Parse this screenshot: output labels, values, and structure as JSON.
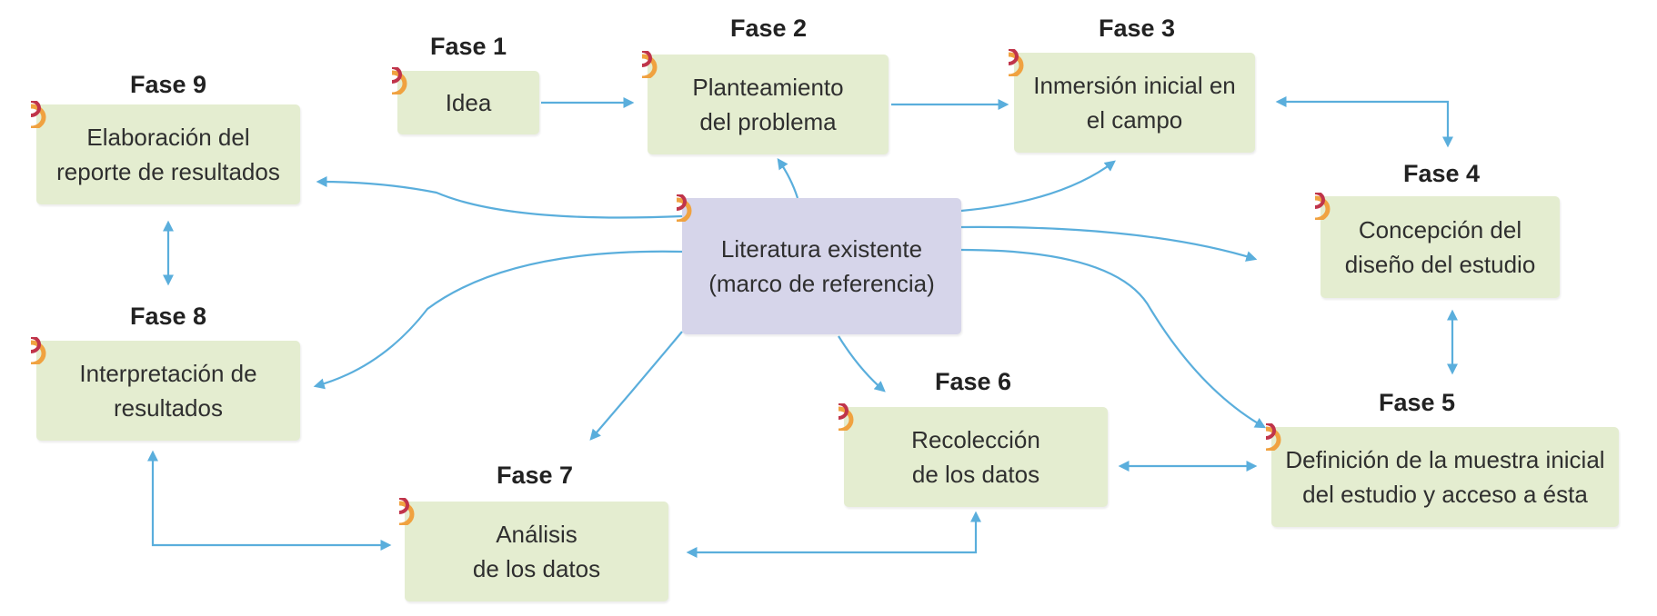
{
  "center": {
    "line1": "Literatura existente",
    "line2": "(marco de referencia)"
  },
  "phases": [
    {
      "title": "Fase 1",
      "line1": "Idea",
      "line2": ""
    },
    {
      "title": "Fase 2",
      "line1": "Planteamiento",
      "line2": "del problema"
    },
    {
      "title": "Fase 3",
      "line1": "Inmersión inicial en",
      "line2": "el campo"
    },
    {
      "title": "Fase 4",
      "line1": "Concepción del",
      "line2": "diseño del estudio"
    },
    {
      "title": "Fase 5",
      "line1": "Definición de la muestra inicial",
      "line2": "del estudio y acceso a ésta"
    },
    {
      "title": "Fase 6",
      "line1": "Recolección",
      "line2": "de los datos"
    },
    {
      "title": "Fase 7",
      "line1": "Análisis",
      "line2": "de los datos"
    },
    {
      "title": "Fase 8",
      "line1": "Interpretación de",
      "line2": "resultados"
    },
    {
      "title": "Fase 9",
      "line1": "Elaboración del",
      "line2": "reporte de resultados"
    }
  ],
  "colors": {
    "box_fill": "#e4edd0",
    "center_fill": "#d6d5ea",
    "arrow": "#5aaedc",
    "corner_orange": "#f0a240",
    "corner_red": "#c0344a"
  }
}
